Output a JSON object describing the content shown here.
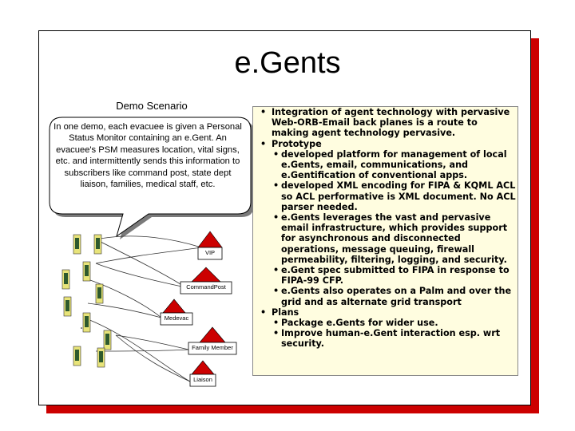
{
  "slide": {
    "title": "e.Gents",
    "demo_title": "Demo Scenario",
    "callout_text": "In one demo, each evacuee is given a Personal Status Monitor containing an e.Gent.  An evacuee's PSM measures location, vital signs, etc. and intermittently sends this information to subscribers like command post, state dept liaison, families, medical staff, etc.",
    "nodes": {
      "vip": "VIP",
      "command_post": "CommandPost",
      "medevac": "Medevac",
      "family_member": "Family Member",
      "liaison": "Liaison"
    },
    "bullet_mark": "•",
    "bullets": [
      {
        "level": 1,
        "text": "Integration of agent technology with pervasive Web-ORB-Email back planes is a route to making agent technology pervasive."
      },
      {
        "level": 1,
        "text": "Prototype"
      },
      {
        "level": 2,
        "text": "developed platform for management of local e.Gents, email, communications, and e.Gentification of conventional apps."
      },
      {
        "level": 2,
        "text": "developed XML encoding for FIPA & KQML ACL so ACL performative is XML document.  No ACL parser needed."
      },
      {
        "level": 2,
        "text": "e.Gents leverages the vast and pervasive email infrastructure, which provides support for asynchronous and disconnected operations, message queuing, firewall permeability, filtering, logging, and security."
      },
      {
        "level": 2,
        "text": "e.Gent spec submitted to FIPA in response to FIPA-99 CFP."
      },
      {
        "level": 2,
        "text": "e.Gents also operates on a Palm and over the grid and as alternate grid transport"
      },
      {
        "level": 1,
        "text": "Plans"
      },
      {
        "level": 2,
        "text": "Package e.Gents for wider use."
      },
      {
        "level": 2,
        "text": "Improve human-e.Gent interaction esp. wrt security."
      }
    ]
  },
  "colors": {
    "shadow": "#cc0000",
    "panel_bg": "#fffde0",
    "callout_bg": "#ffffff",
    "callout_shadow": "#7a7a7a",
    "triangle": "#cc0000",
    "device_body": "#e8e47a",
    "device_screen": "#2e5a2e"
  }
}
